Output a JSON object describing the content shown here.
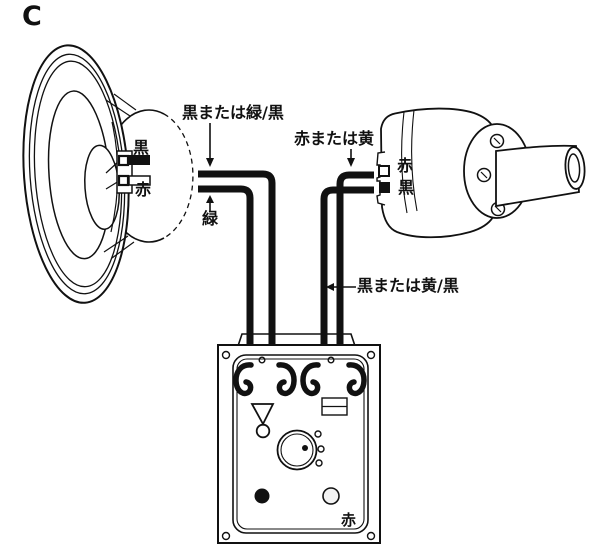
{
  "figure_label": "C",
  "labels": {
    "woofer_top_wire": "黒または緑/黒",
    "woofer_bottom_wire": "緑",
    "tweeter_top_wire": "赤または黄",
    "tweeter_bottom_wire": "黒または黄/黒"
  },
  "woofer": {
    "terminal_top": "黒",
    "terminal_bottom": "赤"
  },
  "tweeter": {
    "terminal_top": "赤",
    "terminal_bottom": "黒"
  },
  "crossover_box": {
    "corner_label": "赤"
  },
  "colors": {
    "ink": "#111111",
    "paper": "#ffffff"
  }
}
